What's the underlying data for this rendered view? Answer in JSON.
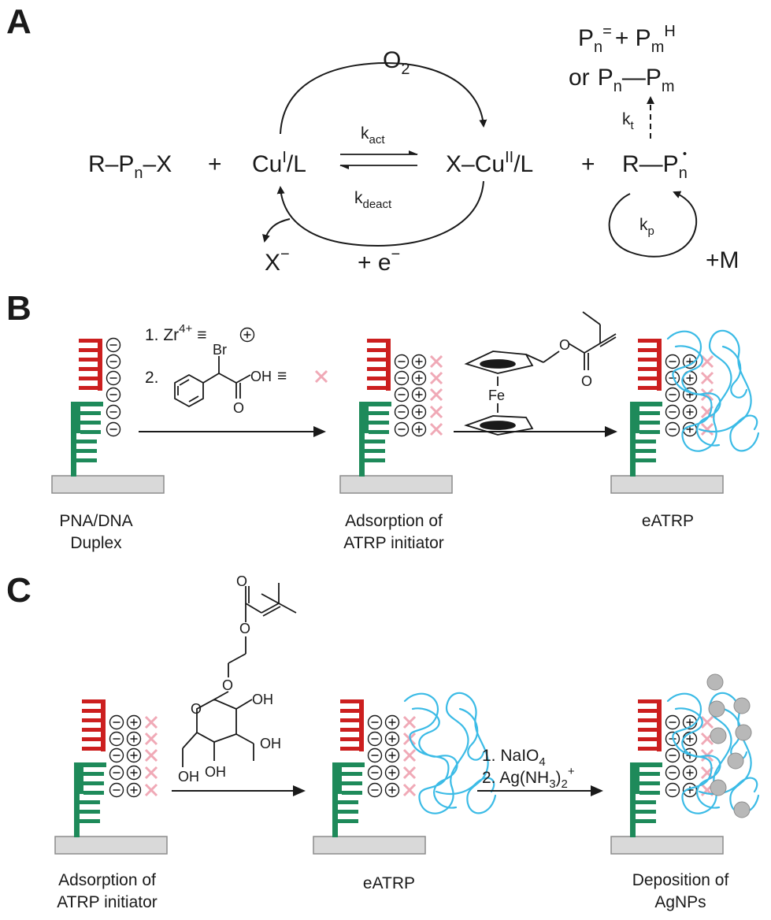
{
  "panels": {
    "a": {
      "letter": "A"
    },
    "b": {
      "letter": "B"
    },
    "c": {
      "letter": "C"
    }
  },
  "scheme_a": {
    "o2": "O",
    "o2_sub": "2",
    "reactant_r": "R",
    "reactant_p": "P",
    "reactant_n": "n",
    "reactant_x": "X",
    "plus": "+",
    "cu_i": "Cu",
    "cu_i_sup": "I",
    "cu_i_l": "/L",
    "cu_ii_x": "X",
    "cu_ii": "Cu",
    "cu_ii_sup": "II",
    "cu_ii_l": "/L",
    "radical_r": "R",
    "radical_p": "P",
    "radical_n": "n",
    "radical_dot": "•",
    "k_act": "k",
    "k_act_sub": "act",
    "k_deact": "k",
    "k_deact_sub": "deact",
    "x_minus": "X",
    "x_minus_sup": "−",
    "electron": "+ e",
    "electron_sup": "−",
    "k_t": "k",
    "k_t_sub": "t",
    "k_p": "k",
    "k_p_sub": "p",
    "monomer": "+M",
    "term1_p": "P",
    "term1_n": "n",
    "term1_eq": "=",
    "term1_plus": "+ P",
    "term1_m": "m",
    "term1_h": "H",
    "term2_or": "or",
    "term2_p": "P",
    "term2_n": "n",
    "term2_p2": "P",
    "term2_m": "m"
  },
  "scheme_b": {
    "step1": "1. Zr",
    "step1_sup": "4+",
    "equiv": "≡",
    "step2": "2.",
    "br": "Br",
    "oh": "OH",
    "o": "O",
    "fe": "Fe",
    "label_duplex_1": "PNA/DNA",
    "label_duplex_2": "Duplex",
    "label_adsorption_1": "Adsorption of",
    "label_adsorption_2": "ATRP initiator",
    "label_eatrp": "eATRP"
  },
  "scheme_c": {
    "label_adsorption_1": "Adsorption of",
    "label_adsorption_2": "ATRP initiator",
    "label_eatrp": "eATRP",
    "label_deposition_1": "Deposition of",
    "label_deposition_2": "AgNPs",
    "step1": "1. NaIO",
    "step1_sub": "4",
    "step2": "2. Ag(NH",
    "step2_sub": "3",
    "step2_close": ")",
    "step2_sub2": "2",
    "step2_sup": "+",
    "oh": "OH",
    "o": "O"
  },
  "colors": {
    "pna_red": "#cc1f1f",
    "dna_green": "#1e8a5a",
    "polymer_cyan": "#3bbbe6",
    "initiator_pink": "#f0a9b6",
    "substrate_fill": "#d9d9d9",
    "substrate_stroke": "#8c8c8c",
    "ag_particle": "#b8b8b8"
  }
}
